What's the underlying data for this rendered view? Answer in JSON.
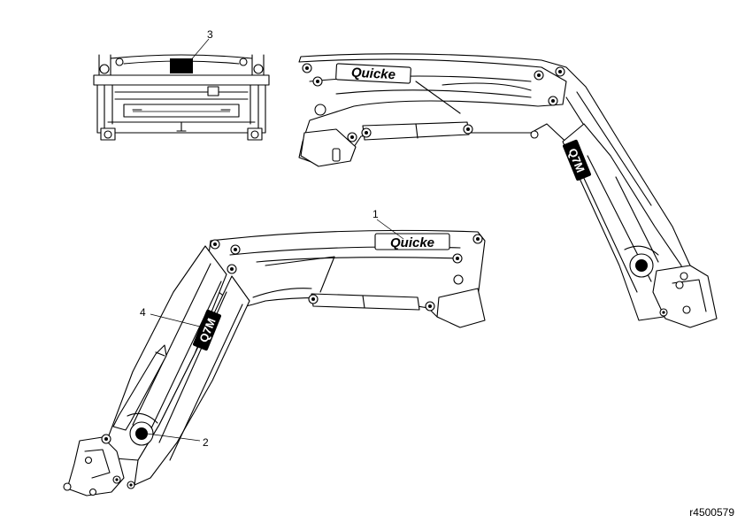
{
  "callouts": [
    {
      "id": "1",
      "label": "1"
    },
    {
      "id": "2",
      "label": "2"
    },
    {
      "id": "3",
      "label": "3"
    },
    {
      "id": "4",
      "label": "4"
    }
  ],
  "decals": {
    "brand": "Quicke",
    "model": "Q7M"
  },
  "reference": "r4500579"
}
